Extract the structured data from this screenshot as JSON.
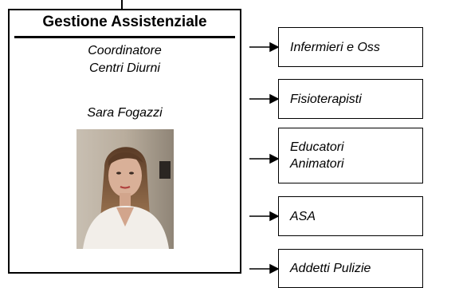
{
  "main": {
    "title": "Gestione Assistenziale",
    "role_line1": "Coordinatore",
    "role_line2": "Centri Diurni",
    "person": "Sara Fogazzi"
  },
  "units": [
    {
      "lines": [
        "Infermieri e Oss"
      ]
    },
    {
      "lines": [
        "Fisioterapisti"
      ]
    },
    {
      "lines": [
        "Educatori",
        "Animatori"
      ]
    },
    {
      "lines": [
        "ASA"
      ]
    },
    {
      "lines": [
        "Addetti Pulizie"
      ]
    }
  ]
}
